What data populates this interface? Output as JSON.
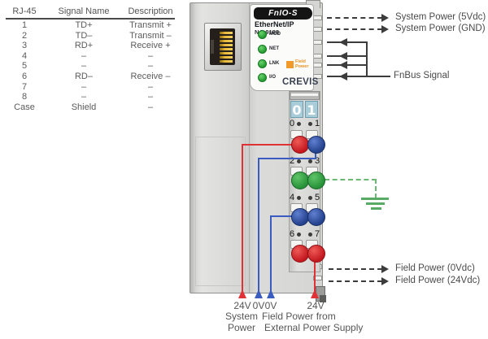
{
  "pinout_table": {
    "headers": [
      "RJ-45",
      "Signal Name",
      "Description"
    ],
    "rows": [
      [
        "1",
        "TD+",
        "Transmit +"
      ],
      [
        "2",
        "TD–",
        "Transmit –"
      ],
      [
        "3",
        "RD+",
        "Receive +"
      ],
      [
        "4",
        "–",
        "–"
      ],
      [
        "5",
        "–",
        "–"
      ],
      [
        "6",
        "RD–",
        "Receive –"
      ],
      [
        "7",
        "–",
        "–"
      ],
      [
        "8",
        "–",
        "–"
      ],
      [
        "Case",
        "Shield",
        "–"
      ]
    ]
  },
  "module": {
    "series_badge": "FnIO-S",
    "protocol": "EtherNet/IP",
    "model": "NA-9188",
    "leds": [
      {
        "label": "MOD"
      },
      {
        "label": "NET"
      },
      {
        "label": "LNK"
      },
      {
        "label": "I/O"
      }
    ],
    "field_power_led": {
      "line1": "Field",
      "line2": "Power"
    },
    "brand": "CREVIS",
    "switch_digits": [
      "0",
      "1"
    ],
    "terminals": [
      {
        "left_num": "0",
        "right_num": "1",
        "left_color": "#c3181f",
        "right_color": "#24418c"
      },
      {
        "left_num": "2",
        "right_num": "3",
        "left_color": "#289239",
        "right_color": "#289239"
      },
      {
        "left_num": "4",
        "right_num": "5",
        "left_color": "#24418c",
        "right_color": "#24418c"
      },
      {
        "left_num": "6",
        "right_num": "7",
        "left_color": "#c3181f",
        "right_color": "#c3181f"
      }
    ]
  },
  "annotations": {
    "system_power_5v": "System Power (5Vdc)",
    "system_power_gnd": "System Power (GND)",
    "fnbus_signal": "FnBus Signal",
    "field_power_0v": "Field Power (0Vdc)",
    "field_power_24v": "Field Power (24Vdc)"
  },
  "power_labels": {
    "wire_labels": [
      "24V",
      "0V",
      "0V",
      "24V"
    ],
    "system": [
      "System",
      "Power"
    ],
    "field": [
      "Field Power from",
      "External Power Supply"
    ]
  },
  "colors": {
    "terminal_red": "#c3181f",
    "terminal_blue": "#24418c",
    "terminal_green": "#289239",
    "wire_red": "#e03136",
    "wire_blue": "#3a5bc0",
    "ground_green": "#69b874",
    "led_green": "#2fae3e",
    "field_power_orange": "#f29a29"
  }
}
